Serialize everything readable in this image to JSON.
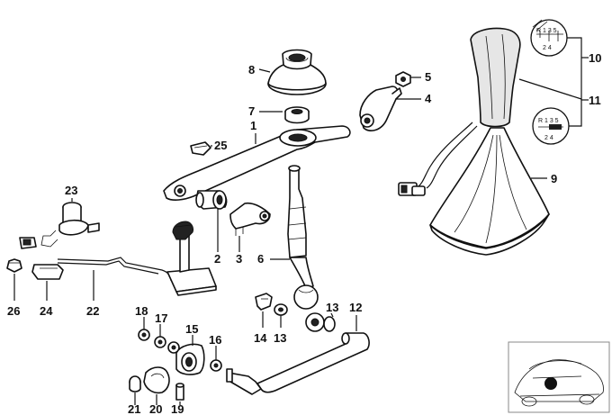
{
  "diagram": {
    "callouts": [
      {
        "id": "p1",
        "text": "1"
      },
      {
        "id": "p2",
        "text": "2"
      },
      {
        "id": "p3",
        "text": "3"
      },
      {
        "id": "p4",
        "text": "4"
      },
      {
        "id": "p5",
        "text": "5"
      },
      {
        "id": "p6",
        "text": "6"
      },
      {
        "id": "p7",
        "text": "7"
      },
      {
        "id": "p8",
        "text": "8"
      },
      {
        "id": "p9",
        "text": "9"
      },
      {
        "id": "p10",
        "text": "10"
      },
      {
        "id": "p11",
        "text": "11"
      },
      {
        "id": "p12",
        "text": "12"
      },
      {
        "id": "p13a",
        "text": "13"
      },
      {
        "id": "p13b",
        "text": "13"
      },
      {
        "id": "p14",
        "text": "14"
      },
      {
        "id": "p15",
        "text": "15"
      },
      {
        "id": "p16",
        "text": "16"
      },
      {
        "id": "p17",
        "text": "17"
      },
      {
        "id": "p18",
        "text": "18"
      },
      {
        "id": "p19",
        "text": "19"
      },
      {
        "id": "p20",
        "text": "20"
      },
      {
        "id": "p21",
        "text": "21"
      },
      {
        "id": "p22",
        "text": "22"
      },
      {
        "id": "p23",
        "text": "23"
      },
      {
        "id": "p24",
        "text": "24"
      },
      {
        "id": "p25",
        "text": "25"
      },
      {
        "id": "p26",
        "text": "26"
      }
    ],
    "shift_pattern_top": {
      "row1": "R 1 3 5",
      "row2": "2 4"
    },
    "shift_pattern_bottom": {
      "row1": "R 1 3 5",
      "row2": "2 4"
    }
  }
}
